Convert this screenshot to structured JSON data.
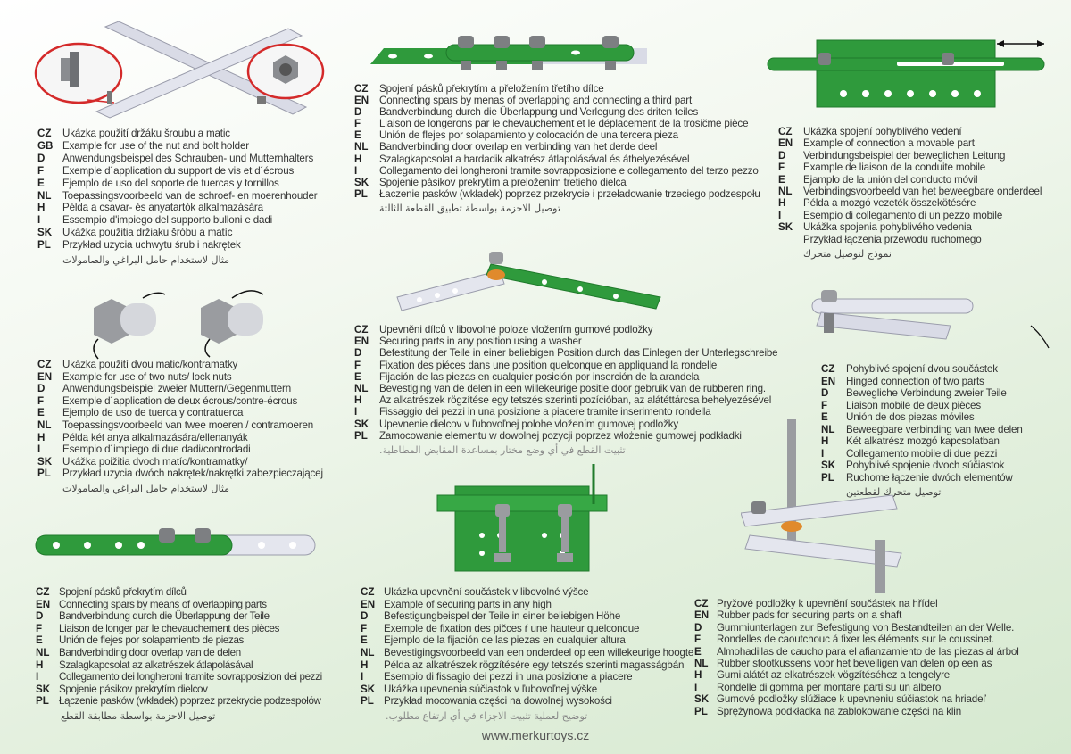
{
  "blocks": [
    {
      "id": "b1",
      "name": "nut-bolt-holder-caption",
      "rows": [
        {
          "code": "CZ",
          "text": "Ukázka použití držáku šroubu a matic"
        },
        {
          "code": "GB",
          "text": "Example for use of the nut and bolt holder"
        },
        {
          "code": "D",
          "text": "Anwendungsbeispel des Schrauben- und Mutternhalters"
        },
        {
          "code": "F",
          "text": "Exemple d´application du support de vis et d´écrous"
        },
        {
          "code": "E",
          "text": "Ejemplo de uso del soporte de tuercas y tornillos"
        },
        {
          "code": "NL",
          "text": "Toepassingsvoorbeeld van de schroef- en moerenhouder"
        },
        {
          "code": "H",
          "text": "Példa a csavar- és anyatartók alkalmazására"
        },
        {
          "code": "I",
          "text": "Essempio d'impiego del supporto bulloni e dadi"
        },
        {
          "code": "SK",
          "text": "Ukážka použitia držiaku šróbu a matíc"
        },
        {
          "code": "PL",
          "text": "Przykład użycia uchwytu śrub i nakrętek"
        }
      ],
      "arabic": "مثال لاستخدام حامل البراغي والصامولات"
    },
    {
      "id": "b2",
      "name": "third-part-connection-caption",
      "rows": [
        {
          "code": "CZ",
          "text": "Spojení pásků překrytím a přeložením třetího dílce"
        },
        {
          "code": "EN",
          "text": "Connecting spars by menas of overlapping and connecting a third part"
        },
        {
          "code": "D",
          "text": "Bandverbindung durch die Überlappung und Verlegung des driten teiles"
        },
        {
          "code": "F",
          "text": "Liaison de longerons par le chevauchement et  le déplacement de la trosičme pièce"
        },
        {
          "code": "E",
          "text": "Unión de flejes por solapamiento y colocación de una tercera pieza"
        },
        {
          "code": "NL",
          "text": "Bandverbinding door overlap en verbinding van het derde deel"
        },
        {
          "code": "H",
          "text": "Szalagkapcsolat a hardadik alkatrész átlapolásával és áthelyezésével"
        },
        {
          "code": "I",
          "text": "Collegamento dei longheroni tramite sovrapposizione e collegamento del terzo pezzo"
        },
        {
          "code": "SK",
          "text": "Spojenie pásikov prekrytím a preložením tretieho dielca"
        },
        {
          "code": "PL",
          "text": "Łaczenie pasków (wkładek) poprzez przekrycie i przeładowanie trzeciego podzespołu"
        }
      ],
      "arabic": "توصيل الاحزمة بواسطة تطبيق القطعة الثالثة"
    },
    {
      "id": "b3",
      "name": "movable-part-caption",
      "rows": [
        {
          "code": "CZ",
          "text": "Ukázka spojení pohyblivého vedení"
        },
        {
          "code": "EN",
          "text": "Example of connection a movable part"
        },
        {
          "code": "D",
          "text": "Verbindungsbeispiel der beweglichen Leitung"
        },
        {
          "code": "F",
          "text": "Example de liaison de la conduite mobile"
        },
        {
          "code": "E",
          "text": "Ejamplo de la unión del conducto móvil"
        },
        {
          "code": "NL",
          "text": "Verbindingsvoorbeeld van het beweegbare onderdeel"
        },
        {
          "code": "H",
          "text": "Példa a mozgó vezeték összekötésére"
        },
        {
          "code": "I",
          "text": "Esempio di collegamento di un pezzo mobile"
        },
        {
          "code": "SK",
          "text": "Ukážka spojenia pohyblivého vedenia"
        },
        {
          "code": "",
          "text": "Przykład łączenia przewodu ruchomego"
        }
      ],
      "arabic": "نموذج لتوصيل متحرك"
    },
    {
      "id": "b4",
      "name": "washer-securing-caption",
      "rows": [
        {
          "code": "CZ",
          "text": "Upevněni dílců v libovolné poloze vložením gumové podložky"
        },
        {
          "code": "EN",
          "text": "Securing parts in any position using a washer"
        },
        {
          "code": "D",
          "text": "Befestitung der Teile in einer beliebigen Position durch das Einlegen der Unterlegschreibe"
        },
        {
          "code": "F",
          "text": "Fixation des piéces dans une position quelconque en appliquand la rondelle"
        },
        {
          "code": "E",
          "text": "Fijación de las piezas en cualquier posición por inserción de la arandela"
        },
        {
          "code": "NL",
          "text": "Bevestiging van de delen in een willekeurige positie door gebruik van de rubberen ring."
        },
        {
          "code": "H",
          "text": "Az alkatrészek rögzítése egy tetszés szerinti pozícióban, az alátéttárcsa behelyezésével"
        },
        {
          "code": "I",
          "text": "Fissaggio dei pezzi in una posizione a piacere tramite inserimento rondella"
        },
        {
          "code": "SK",
          "text": "Upevnenie dielcov v ľubovoľnej polohe vložením gumovej podložky"
        },
        {
          "code": "PL",
          "text": "Zamocowanie elementu w dowolnej pozycji poprzez włożenie gumowej podkładki"
        }
      ],
      "arabic": "تثبيت القطع في أي وضع مختار بمساعدة المقابض المطاطية."
    },
    {
      "id": "b5",
      "name": "lock-nuts-caption",
      "rows": [
        {
          "code": "CZ",
          "text": "Ukázka použití dvou matic/kontramatky"
        },
        {
          "code": "EN",
          "text": "Example for use of two nuts/ lock nuts"
        },
        {
          "code": "D",
          "text": "Anwendungsbeispiel zweier Muttern/Gegenmuttern"
        },
        {
          "code": "F",
          "text": "Exemple d´application de deux écrous/contre-écrous"
        },
        {
          "code": "E",
          "text": "Ejemplo de uso de tuerca y contratuerca"
        },
        {
          "code": "NL",
          "text": "Toepassingsvoorbeeld van twee moeren / contramoeren"
        },
        {
          "code": "H",
          "text": "Példa két anya alkalmazására/ellenanyák"
        },
        {
          "code": "I",
          "text": "Esempio d´impiego di due dadi/controdadi"
        },
        {
          "code": "SK",
          "text": "Ukážka poižitia dvoch matíc/kontramatky/"
        },
        {
          "code": "PL",
          "text": "Przykład użycia dwóch nakrętek/nakrętki zabezpieczającej"
        }
      ],
      "arabic": "مثال لاستخدام حامل البراغي والصامولات"
    },
    {
      "id": "b6",
      "name": "hinged-connection-caption",
      "rows": [
        {
          "code": "CZ",
          "text": "Pohyblivé spojení dvou součástek"
        },
        {
          "code": "EN",
          "text": "Hinged connection of two parts"
        },
        {
          "code": "D",
          "text": "Bewegliche Verbindung zweier Teile"
        },
        {
          "code": "F",
          "text": "Liaison mobile de deux pièces"
        },
        {
          "code": "E",
          "text": "Unión de dos piezas móviles"
        },
        {
          "code": "NL",
          "text": "Beweegbare verbinding van twee delen"
        },
        {
          "code": "H",
          "text": "Két alkatrész mozgó kapcsolatban"
        },
        {
          "code": "I",
          "text": "Collegamento mobile di due pezzi"
        },
        {
          "code": "SK",
          "text": "Pohyblivé spojenie dvoch súčiastok"
        },
        {
          "code": "PL",
          "text": "Ruchome łączenie dwóch elementów"
        }
      ],
      "arabic": "توصيل متحرك لقطعتين"
    },
    {
      "id": "b7",
      "name": "overlapping-parts-caption",
      "rows": [
        {
          "code": "CZ",
          "text": "Spojení pásků překrytím dílců"
        },
        {
          "code": "EN",
          "text": "Connecting spars by means of overlapping parts"
        },
        {
          "code": "D",
          "text": "Bandverbindung durch die Überlappung der Teile"
        },
        {
          "code": "F",
          "text": "Liaison de longer par le chevauchement des pièces"
        },
        {
          "code": "E",
          "text": "Unión de flejes por solapamiento de piezas"
        },
        {
          "code": "NL",
          "text": "Bandverbinding door overlap van de delen"
        },
        {
          "code": "H",
          "text": "Szalagkapcsolat az alkatrészek átlapolásával"
        },
        {
          "code": "I",
          "text": "Collegamento dei longheroni tramite sovrapposizion dei pezzi"
        },
        {
          "code": "SK",
          "text": "Spojenie pásikov prekrytím dielcov"
        },
        {
          "code": "PL",
          "text": "Łączenie pasków (wkładek) poprzez przekrycie podzespołów"
        }
      ],
      "arabic": "توصيل الاحزمة بواسطة مطابقة القطع"
    },
    {
      "id": "b8",
      "name": "any-height-caption",
      "rows": [
        {
          "code": "CZ",
          "text": "Ukázka upevnění součástek v libovolné výšce"
        },
        {
          "code": "EN",
          "text": "Example of securing parts in any high"
        },
        {
          "code": "D",
          "text": "Befestigungbeispel der Teile in einer beliebigen Höhe"
        },
        {
          "code": "F",
          "text": "Exemple de fixation des pičces ŕ une hauteur quelconque"
        },
        {
          "code": "E",
          "text": "Ejemplo de la fijación de las piezas en cualquier altura"
        },
        {
          "code": "NL",
          "text": "Bevestigingsvoorbeeld van een onderdeel op een willekeurige hoogte"
        },
        {
          "code": "H",
          "text": "Példa az alkatrészek rögzítésére egy tetszés szerinti magasságbán"
        },
        {
          "code": "I",
          "text": "Esempio di fissagio dei pezzi in una posizione a piacere"
        },
        {
          "code": "SK",
          "text": "Ukážka upevnenia súčiastok v ľubovoľnej výške"
        },
        {
          "code": "PL",
          "text": "Przykład mocowania części na dowolnej wysokości"
        }
      ],
      "arabic": "توضيح لعملية تثبيت الاجزاء في أي ارتفاع مطلوب."
    },
    {
      "id": "b9",
      "name": "rubber-pads-caption",
      "rows": [
        {
          "code": "CZ",
          "text": "Pryžové podložky k upevnění součástek na hřídel"
        },
        {
          "code": "EN",
          "text": "Rubber pads for securing parts on a shaft"
        },
        {
          "code": "D",
          "text": "Gummiunterlagen zur Befestigung von Bestandteilen an der Welle."
        },
        {
          "code": "F",
          "text": "Rondelles de caoutchouc á fixer les éléments sur le coussinet."
        },
        {
          "code": "E",
          "text": "Almohadillas de caucho para el afianzamiento de las piezas al árbol"
        },
        {
          "code": "NL",
          "text": "Rubber stootkussens voor het beveiligen van delen op een as"
        },
        {
          "code": "H",
          "text": "Gumi alátét az elkatrészek vögzítéséhez a tengelyre"
        },
        {
          "code": "I",
          "text": "Rondelle di gomma per montare parti su un albero"
        },
        {
          "code": "SK",
          "text": "Gumové podložky slúžiace k upevneniu súčiastok na hriadeľ"
        },
        {
          "code": "PL",
          "text": "Sprężynowa podkładka na zablokowanie części na klin"
        }
      ]
    }
  ],
  "footer": {
    "url": "www.merkurtoys.cz"
  },
  "colors": {
    "green": "#2f9a3c",
    "green_dark": "#1f7a2b",
    "silver": "#d9dbe6",
    "bolt": "#7d7f82",
    "rubber": "#e08a2c",
    "highlight_ring": "#d42a2a"
  }
}
